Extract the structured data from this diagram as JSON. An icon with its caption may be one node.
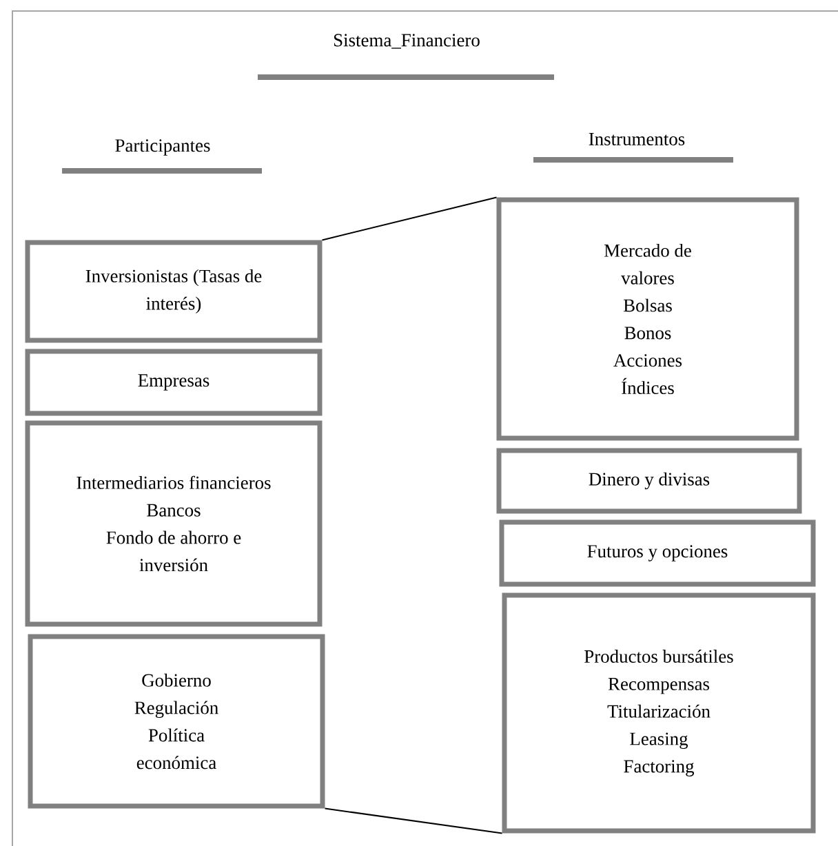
{
  "diagram": {
    "title": "Sistema_Financiero",
    "nodes": [
      {
        "text": [
          "Inversionistas (Tasas de interés)"
        ]
      },
      {
        "text": [
          "Empresas"
        ]
      },
      {
        "text": [
          "Intermediarios financieros",
          "Bancos",
          "Fondo de ahorro e inversión"
        ]
      },
      {
        "text": [
          "Gobierno",
          "Regulación",
          "Política económica"
        ]
      },
      {
        "text": [
          "Mercado de valores",
          "Bolsas",
          "Bonos",
          "Acciones",
          "Índices"
        ]
      },
      {
        "text": [
          "Dinero y divisas"
        ]
      },
      {
        "text": [
          "Futuros y opciones"
        ]
      },
      {
        "text": [
          "Productos bursátiles",
          "Recompensas",
          "Titularización",
          "Leasing",
          "Factoring"
        ]
      }
    ],
    "edges": [
      {
        "from": 0,
        "to": 4,
        "arrow": "none"
      },
      {
        "from": 3,
        "to": 7,
        "arrow": "none"
      }
    ],
    "labels": [
      "Participantes",
      "Instrumentos"
    ]
  }
}
